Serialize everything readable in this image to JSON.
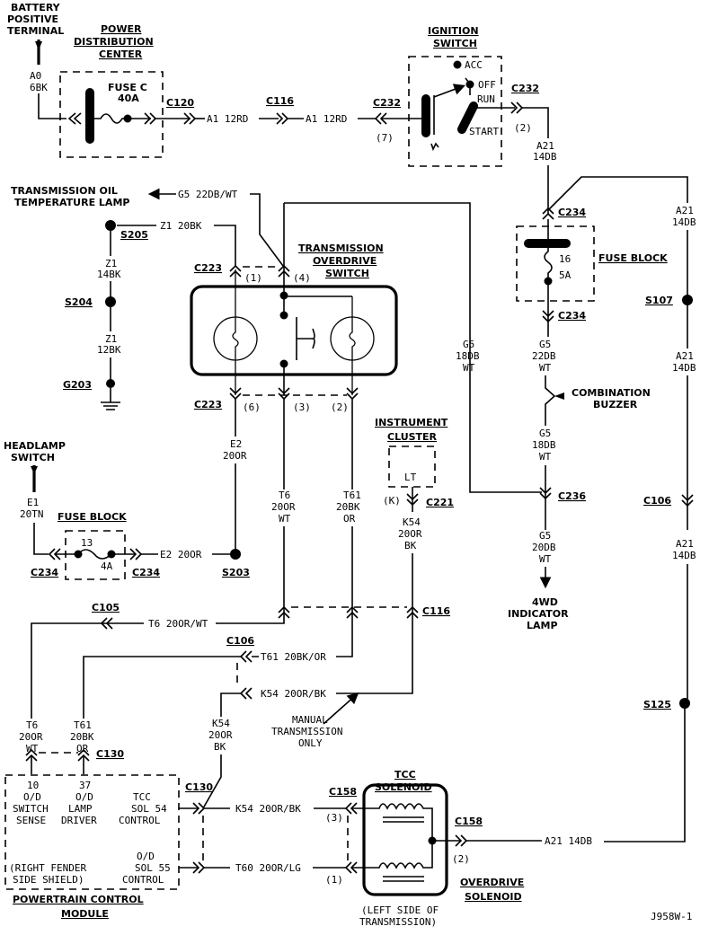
{
  "diagram": {
    "drawing_id": "J958W-1",
    "components": {
      "battery": {
        "title": [
          "BATTERY",
          "POSITIVE",
          "TERMINAL"
        ]
      },
      "pdc": {
        "title": [
          "POWER",
          "DISTRIBUTION",
          "CENTER"
        ],
        "fuse": [
          "FUSE C",
          "40A"
        ]
      },
      "ignition": {
        "title": [
          "IGNITION",
          "SWITCH"
        ],
        "positions": [
          "ACC",
          "OFF",
          "RUN",
          "START"
        ]
      },
      "fuse_block_top": {
        "title": "FUSE BLOCK",
        "fuse_number": "16",
        "fuse_rating": "5A"
      },
      "fuse_block_left": {
        "title": "FUSE BLOCK",
        "fuse_number": "13",
        "fuse_rating": "4A"
      },
      "trans_oil_lamp": {
        "title": [
          "TRANSMISSION OIL",
          "TEMPERATURE LAMP"
        ]
      },
      "od_switch": {
        "title": [
          "TRANSMISSION",
          "OVERDRIVE",
          "SWITCH"
        ]
      },
      "combination_buzzer": {
        "title": [
          "COMBINATION",
          "BUZZER"
        ]
      },
      "instrument_cluster": {
        "title": [
          "INSTRUMENT",
          "CLUSTER"
        ],
        "pin": "LT"
      },
      "headlamp_switch": {
        "title": [
          "HEADLAMP",
          "SWITCH"
        ]
      },
      "indicator_4wd": {
        "title": [
          "4WD",
          "INDICATOR",
          "LAMP"
        ]
      },
      "pcm": {
        "title": [
          "POWERTRAIN CONTROL",
          "MODULE"
        ],
        "location": [
          "(RIGHT FENDER",
          "SIDE SHIELD)"
        ],
        "pins": [
          {
            "num": "10",
            "name": [
              "O/D",
              "SWITCH",
              "SENSE"
            ]
          },
          {
            "num": "37",
            "name": [
              "O/D",
              "LAMP",
              "DRIVER"
            ]
          },
          {
            "num": "",
            "name": [
              "TCC",
              "SOL 54",
              "CONTROL"
            ]
          },
          {
            "num": "",
            "name": [
              "O/D",
              "SOL 55",
              "CONTROL"
            ]
          }
        ]
      },
      "tcc_solenoid": {
        "title": [
          "TCC",
          "SOLENOID"
        ],
        "location": [
          "(LEFT SIDE OF",
          "TRANSMISSION)"
        ]
      },
      "od_solenoid": {
        "title": [
          "OVERDRIVE",
          "SOLENOID"
        ]
      },
      "manual_note": [
        "MANUAL",
        "TRANSMISSION",
        "ONLY"
      ]
    },
    "connectors": {
      "c120": "C120",
      "c116a": "C116",
      "c232a": "C232",
      "c232b": "C232",
      "c234a": "C234",
      "c234b": "C234",
      "c234c": "C234",
      "c234d": "C234",
      "c223a": "C223",
      "c223b": "C223",
      "c221": "C221",
      "c236": "C236",
      "c106a": "C106",
      "c116b": "C116",
      "c105": "C105",
      "c106b": "C106",
      "c130a": "C130",
      "c130b": "C130",
      "c158a": "C158",
      "c158b": "C158"
    },
    "splices": {
      "s205": "S205",
      "s204": "S204",
      "g203": "G203",
      "s107": "S107",
      "s203": "S203",
      "s125": "S125"
    },
    "pins": {
      "c232_7": "(7)",
      "c232_2": "(2)",
      "c223_1": "(1)",
      "c223_4": "(4)",
      "c223_6": "(6)",
      "c223_3": "(3)",
      "c223_2": "(2)",
      "c221_k": "(K)",
      "c158_3": "(3)",
      "c158_1": "(1)",
      "c158_2": "(2)"
    },
    "wires": {
      "a0": [
        "A0",
        "6BK"
      ],
      "a1_left": "A1 12RD",
      "a1_right": "A1 12RD",
      "a21_ign": [
        "A21",
        "14DB"
      ],
      "a21_top_right": [
        "A21",
        "14DB"
      ],
      "a21_mid_right": [
        "A21",
        "14DB"
      ],
      "a21_c106": [
        "A21",
        "14DB"
      ],
      "a21_bottom": "A21 14DB",
      "g5_lamp": "G5 22DB/WT",
      "z1_top": "Z1 20BK",
      "z1_14": [
        "Z1",
        "14BK"
      ],
      "z1_12": [
        "Z1",
        "12BK"
      ],
      "g5_18_left": [
        "G5",
        "18DB",
        "WT"
      ],
      "g5_22_fuse": [
        "G5",
        "22DB",
        "WT"
      ],
      "g5_18_right": [
        "G5",
        "18DB",
        "WT"
      ],
      "g5_20": [
        "G5",
        "20DB",
        "WT"
      ],
      "e2_vert": [
        "E2",
        "20OR"
      ],
      "e1": [
        "E1",
        "20TN"
      ],
      "e2_horiz": "E2 20OR",
      "t6_vert": [
        "T6",
        "20OR",
        "WT"
      ],
      "t61_vert": [
        "T61",
        "20BK",
        "OR"
      ],
      "k54_vert": [
        "K54",
        "20OR",
        "BK"
      ],
      "t6_horiz": "T6 20OR/WT",
      "t61_horiz": "T61 20BK/OR",
      "k54_horiz": "K54 20OR/BK",
      "t6_pcm": [
        "T6",
        "20OR",
        "WT"
      ],
      "t61_pcm": [
        "T61",
        "20BK",
        "OR"
      ],
      "k54_pcm_vert": [
        "K54",
        "20OR",
        "BK"
      ],
      "k54_sol": "K54 20OR/BK",
      "t60_sol": "T60 20OR/LG"
    }
  }
}
